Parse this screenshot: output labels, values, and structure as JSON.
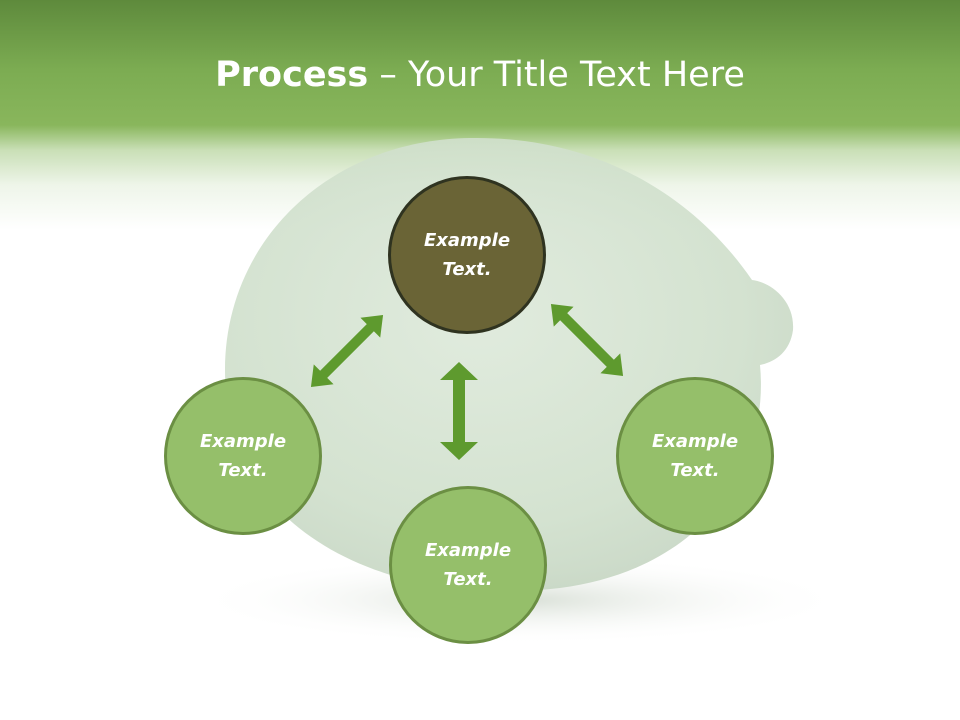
{
  "title": {
    "bold": "Process",
    "rest": " – Your Title Text Here"
  },
  "nodes": {
    "top": {
      "line1": "Example",
      "line2": "Text."
    },
    "left": {
      "line1": "Example",
      "line2": "Text."
    },
    "right": {
      "line1": "Example",
      "line2": "Text."
    },
    "bottom": {
      "line1": "Example",
      "line2": "Text."
    }
  },
  "colors": {
    "accent_green": "#5e9a2e",
    "node_green": "#95bf6a",
    "node_dark": "#6a6436"
  }
}
